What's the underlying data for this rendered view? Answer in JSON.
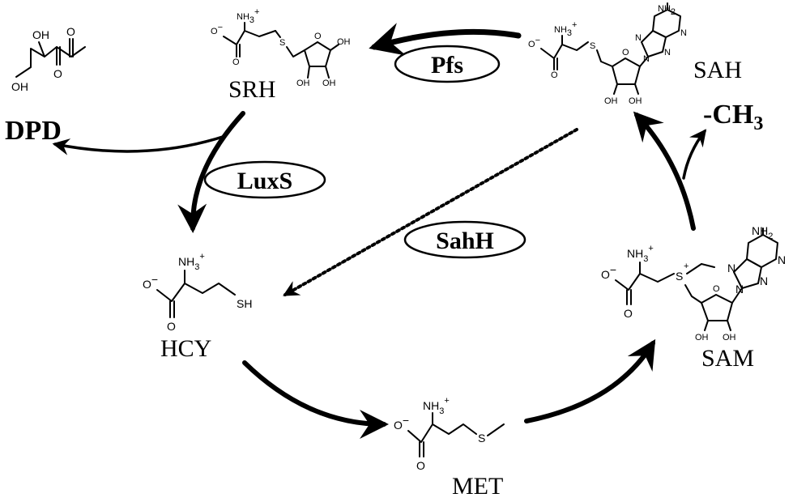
{
  "molecules": {
    "srh": "SRH",
    "sah": "SAH",
    "hcy": "HCY",
    "met": "MET",
    "sam": "SAM",
    "dpd": "DPD"
  },
  "enzymes": {
    "pfs": "Pfs",
    "luxs": "LuxS",
    "sahh": "SahH"
  },
  "byproduct": {
    "prefix": "-CH",
    "subscript": "3"
  },
  "atoms": {
    "o": "O",
    "o_minus": "O",
    "minus": "−",
    "oh": "OH",
    "s": "S",
    "sh": "SH",
    "nh3": "NH",
    "three": "3",
    "plus": "+",
    "nh2": "NH",
    "two": "2",
    "n": "N",
    "ch3": "CH"
  }
}
